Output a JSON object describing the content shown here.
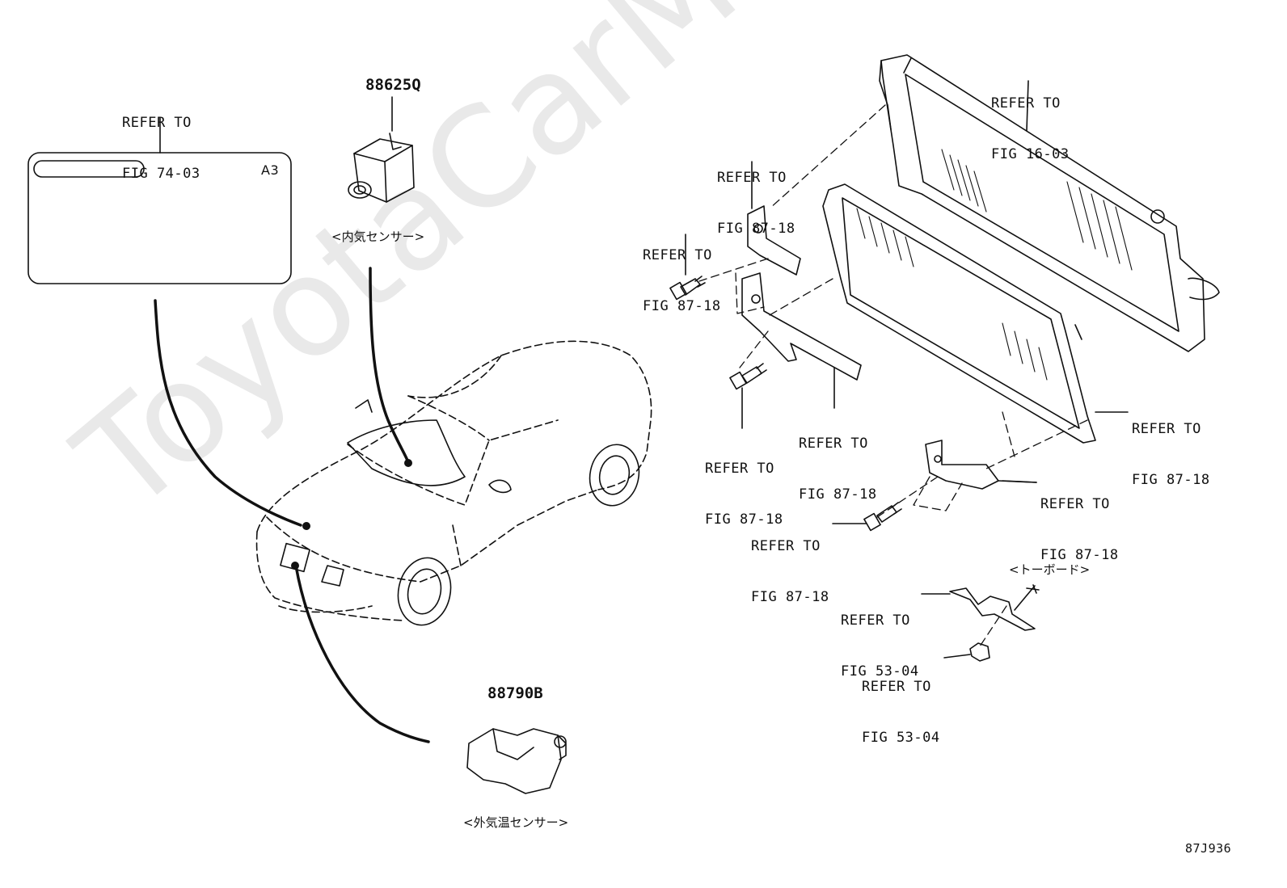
{
  "watermark": "ToyotaCarMer.ru",
  "figure_code": "87J936",
  "label_refer_74_03": [
    "REFER TO",
    "FIG 74-03"
  ],
  "label_a3": "A3",
  "part_88625q": {
    "number": "88625Q",
    "caption": "<内気センサー>"
  },
  "part_88790b": {
    "number": "88790B",
    "caption": "<外気温センサー>"
  },
  "refers": {
    "radiator": [
      "REFER TO",
      "FIG 16-03"
    ],
    "bracket_upper": [
      "REFER TO",
      "FIG 87-18"
    ],
    "bolt_upper": [
      "REFER TO",
      "FIG 87-18"
    ],
    "bracket_mid": [
      "REFER TO",
      "FIG 87-18"
    ],
    "bolt_mid": [
      "REFER TO",
      "FIG 87-18"
    ],
    "condenser": [
      "REFER TO",
      "FIG 87-18"
    ],
    "bracket_lower": [
      "REFER TO",
      "FIG 87-18"
    ],
    "bolt_lower": [
      "REFER TO",
      "FIG 87-18"
    ],
    "toeboard_bracket": [
      "REFER TO",
      "FIG 53-04"
    ],
    "toeboard_clip": [
      "REFER TO",
      "FIG 53-04"
    ]
  },
  "toeboard_caption": "<トーボード>"
}
